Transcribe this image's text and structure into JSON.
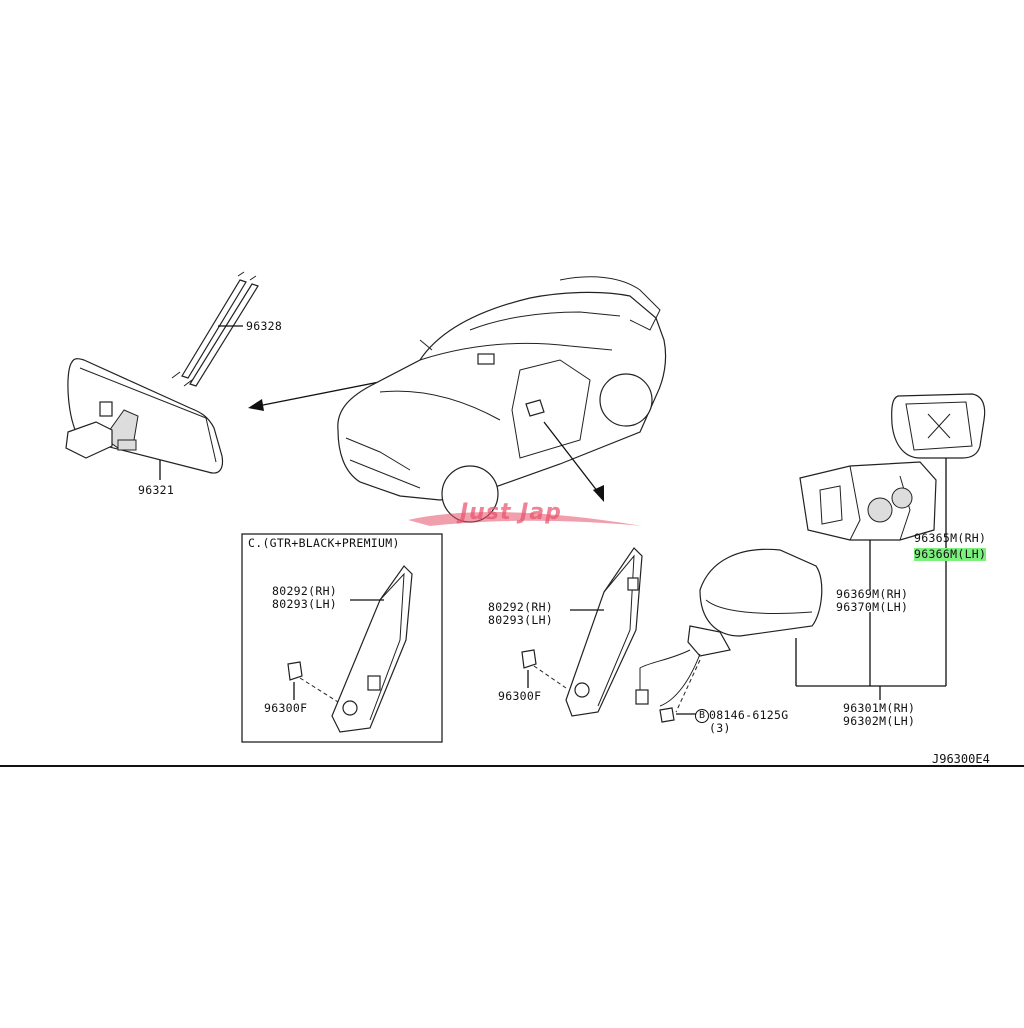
{
  "parts": {
    "wire_96328": "96328",
    "mirror_inner_96321": "96321",
    "box_title": "C.(GTR+BLACK+PREMIUM)",
    "box_cover_rh": "80292(RH)",
    "box_cover_lh": "80293(LH)",
    "box_clip": "96300F",
    "cover_rh": "80292(RH)",
    "cover_lh": "80293(LH)",
    "clip": "96300F",
    "glass_rh": "96365M(RH)",
    "glass_lh": "96366M(LH)",
    "actuator_rh": "96369M(RH)",
    "actuator_lh": "96370M(LH)",
    "mirror_rh": "96301M(RH)",
    "mirror_lh": "96302M(LH)",
    "bolt_prefix": "B",
    "bolt": "08146-6125G",
    "bolt_qty": "(3)",
    "diagram_ref": "J96300E4"
  },
  "watermark": "Just Jap",
  "colors": {
    "highlight": "#7cf07c",
    "watermark": "#e8506a"
  }
}
